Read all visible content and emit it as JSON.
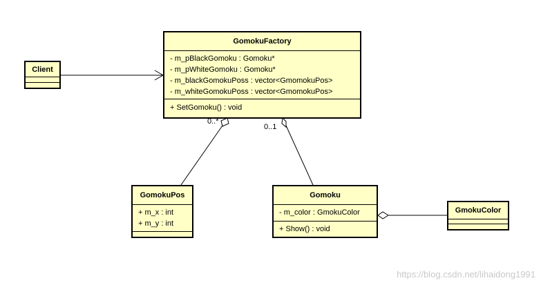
{
  "classes": {
    "client": {
      "name": "Client",
      "attributes": [],
      "operations": []
    },
    "factory": {
      "name": "GomokuFactory",
      "attributes": [
        "- m_pBlackGomoku : Gomoku*",
        "- m_pWhiteGomoku : Gomoku*",
        "- m_blackGomokuPoss : vector<GmomokuPos>",
        "- m_whiteGomokuPoss : vector<GmomokuPos>"
      ],
      "operations": [
        "+ SetGomoku() : void"
      ]
    },
    "pos": {
      "name": "GomokuPos",
      "attributes": [
        "+ m_x : int",
        "+ m_y : int"
      ],
      "operations": []
    },
    "gomoku": {
      "name": "Gomoku",
      "attributes": [
        "- m_color : GmokuColor"
      ],
      "operations": [
        "+ Show() : void"
      ]
    },
    "color": {
      "name": "GmokuColor",
      "attributes": [],
      "operations": []
    }
  },
  "multiplicities": {
    "factory_pos": "0..*",
    "factory_gomoku": "0..1"
  },
  "watermark": "https://blog.csdn.net/lihaidong1991",
  "colors": {
    "class_fill": "#ffffc6",
    "line": "#000000",
    "watermark": "#c9c9c9"
  }
}
